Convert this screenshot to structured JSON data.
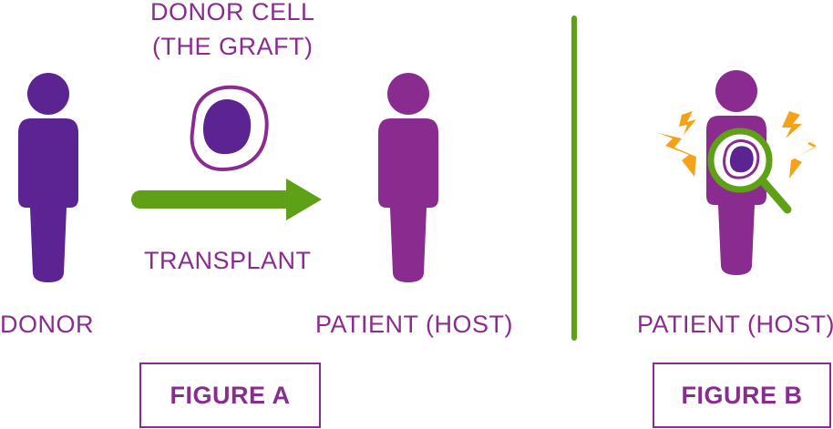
{
  "colors": {
    "donor_purple": "#5c2393",
    "host_magenta": "#8a2c8f",
    "green": "#5ea117",
    "orange": "#f5a21b",
    "label": "#8a2c8f"
  },
  "icons": {
    "donor": "person-icon",
    "cell": "cell-icon",
    "arrow": "arrow-right-icon",
    "host": "person-icon",
    "magnifier": "magnifying-glass-icon",
    "zap": "lightning-icon"
  },
  "labels": {
    "donor_cell_line1": "DONOR CELL",
    "donor_cell_line2": "(THE GRAFT)",
    "transplant": "TRANSPLANT",
    "donor": "DONOR",
    "patient_a": "PATIENT (HOST)",
    "patient_b": "PATIENT (HOST)",
    "figure_a": "FIGURE A",
    "figure_b": "FIGURE B"
  }
}
